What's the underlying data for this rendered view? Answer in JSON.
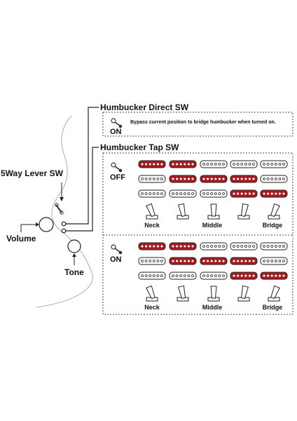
{
  "controls": {
    "lever": "5Way Lever SW",
    "volume": "Volume",
    "tone": "Tone"
  },
  "direct": {
    "title": "Humbucker Direct SW",
    "state": "ON",
    "description": "Bypass current position to bridge humbucker when turned on."
  },
  "tap": {
    "title": "Humbucker Tap SW",
    "positions": [
      "Neck",
      "Middle",
      "Bridge"
    ],
    "panels": [
      {
        "state": "OFF",
        "rows": [
          [
            "full",
            "full",
            "none",
            "none",
            "none"
          ],
          [
            "none",
            "full",
            "full",
            "full",
            "none"
          ],
          [
            "none",
            "none",
            "none",
            "full",
            "full"
          ]
        ]
      },
      {
        "state": "ON",
        "rows": [
          [
            "full",
            "full",
            "none",
            "none",
            "none"
          ],
          [
            "none",
            "full",
            "full",
            "full",
            "none"
          ],
          [
            "none",
            "none",
            "none",
            "full",
            "full"
          ]
        ]
      }
    ]
  },
  "colors": {
    "active": "#a71c22",
    "inactive": "#ffffff",
    "line": "#222222"
  }
}
